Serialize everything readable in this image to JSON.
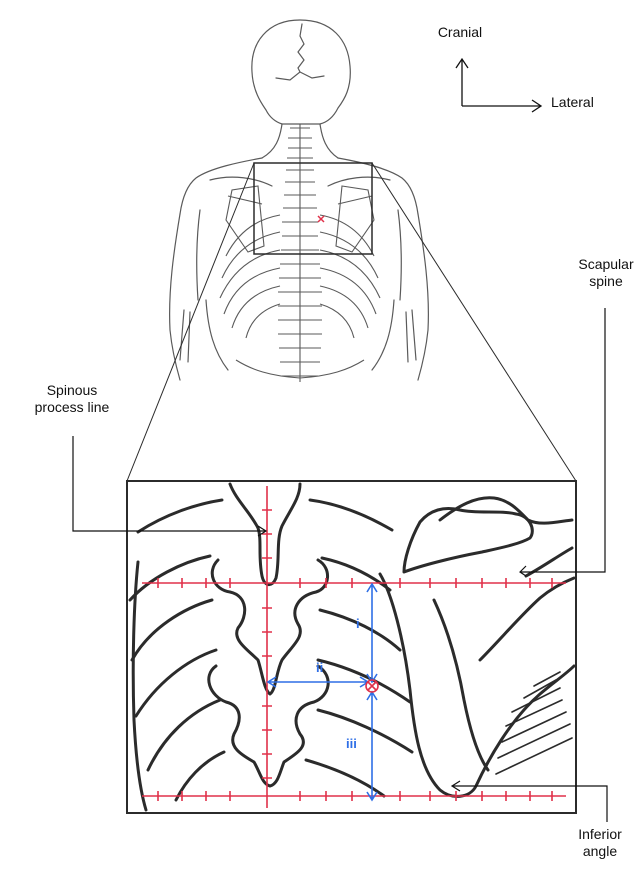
{
  "labels": {
    "cranial": "Cranial",
    "lateral": "Lateral",
    "scapular_spine": [
      "Scapular",
      "spine"
    ],
    "spinous_process_line": [
      "Spinous",
      "process line"
    ],
    "inferior_angle": [
      "Inferior",
      "angle"
    ],
    "measure_i": "i",
    "measure_ii": "ii",
    "measure_iii": "iii"
  },
  "colors": {
    "outline": "#2b2b2b",
    "body_sketch": "#5a5a5a",
    "grid_line": "#e0314a",
    "measure": "#2f6fe6",
    "marker": "#e0314a",
    "callout": "#111111"
  }
}
